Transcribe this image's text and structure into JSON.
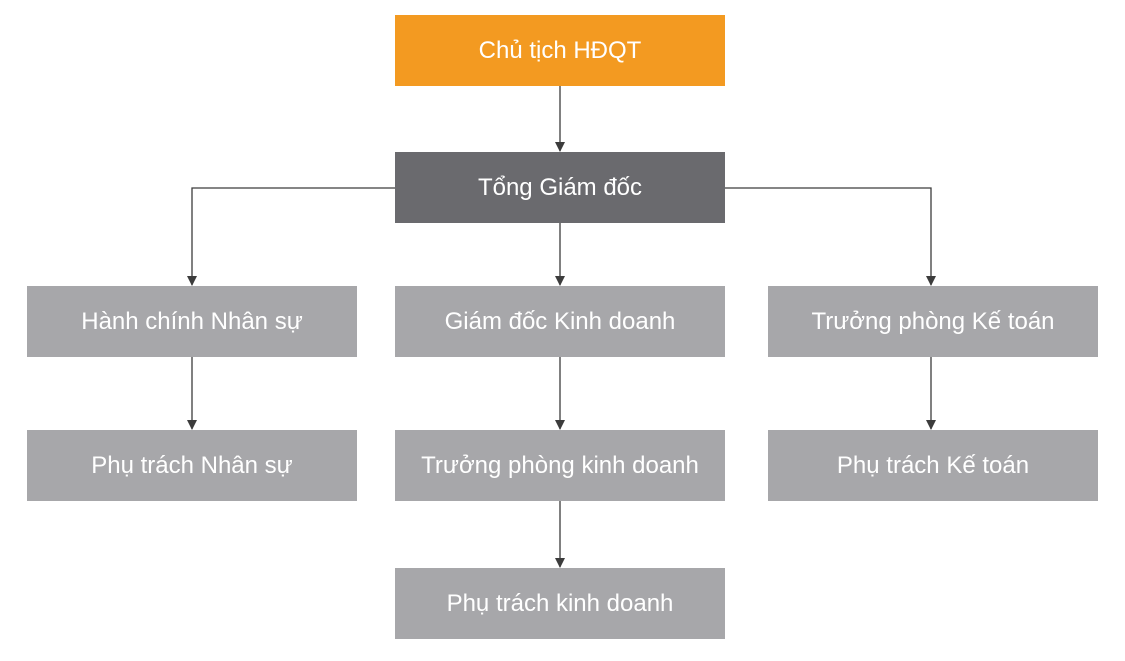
{
  "colors": {
    "top": "#f39a21",
    "mid": "#6a6a6e",
    "dept": "#a7a7aa",
    "connector": "#3c3c3c"
  },
  "nodes": {
    "chairman": "Chủ tịch HĐQT",
    "ceo": "Tổng Giám đốc",
    "hr": "Hành chính Nhân sự",
    "sales_director": "Giám đốc Kinh doanh",
    "accounting_head": "Trưởng phòng Kế toán",
    "hr_officer": "Phụ trách Nhân sự",
    "sales_manager": "Trưởng phòng kinh doanh",
    "accounting_officer": "Phụ trách Kế toán",
    "sales_officer": "Phụ trách kinh doanh"
  },
  "edges": [
    [
      "chairman",
      "ceo"
    ],
    [
      "ceo",
      "hr"
    ],
    [
      "ceo",
      "sales_director"
    ],
    [
      "ceo",
      "accounting_head"
    ],
    [
      "hr",
      "hr_officer"
    ],
    [
      "sales_director",
      "sales_manager"
    ],
    [
      "sales_manager",
      "sales_officer"
    ],
    [
      "accounting_head",
      "accounting_officer"
    ]
  ]
}
